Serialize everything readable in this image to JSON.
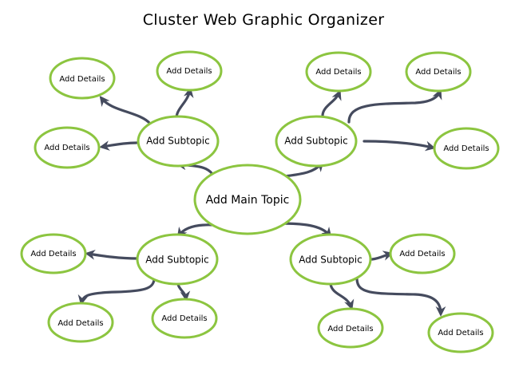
{
  "title": "Cluster Web Graphic Organizer",
  "colors": {
    "node_border": "#8cc540",
    "connector": "#454b5e",
    "text": "#000000"
  },
  "main_topic": {
    "label": "Add Main Topic"
  },
  "subtopics": [
    {
      "label": "Add Subtopic",
      "details": [
        "Add Details",
        "Add Details",
        "Add Details"
      ]
    },
    {
      "label": "Add Subtopic",
      "details": [
        "Add Details",
        "Add Details",
        "Add Details"
      ]
    },
    {
      "label": "Add Subtopic",
      "details": [
        "Add Details",
        "Add Details",
        "Add Details"
      ]
    },
    {
      "label": "Add Subtopic",
      "details": [
        "Add Details",
        "Add Details",
        "Add Details"
      ]
    }
  ]
}
